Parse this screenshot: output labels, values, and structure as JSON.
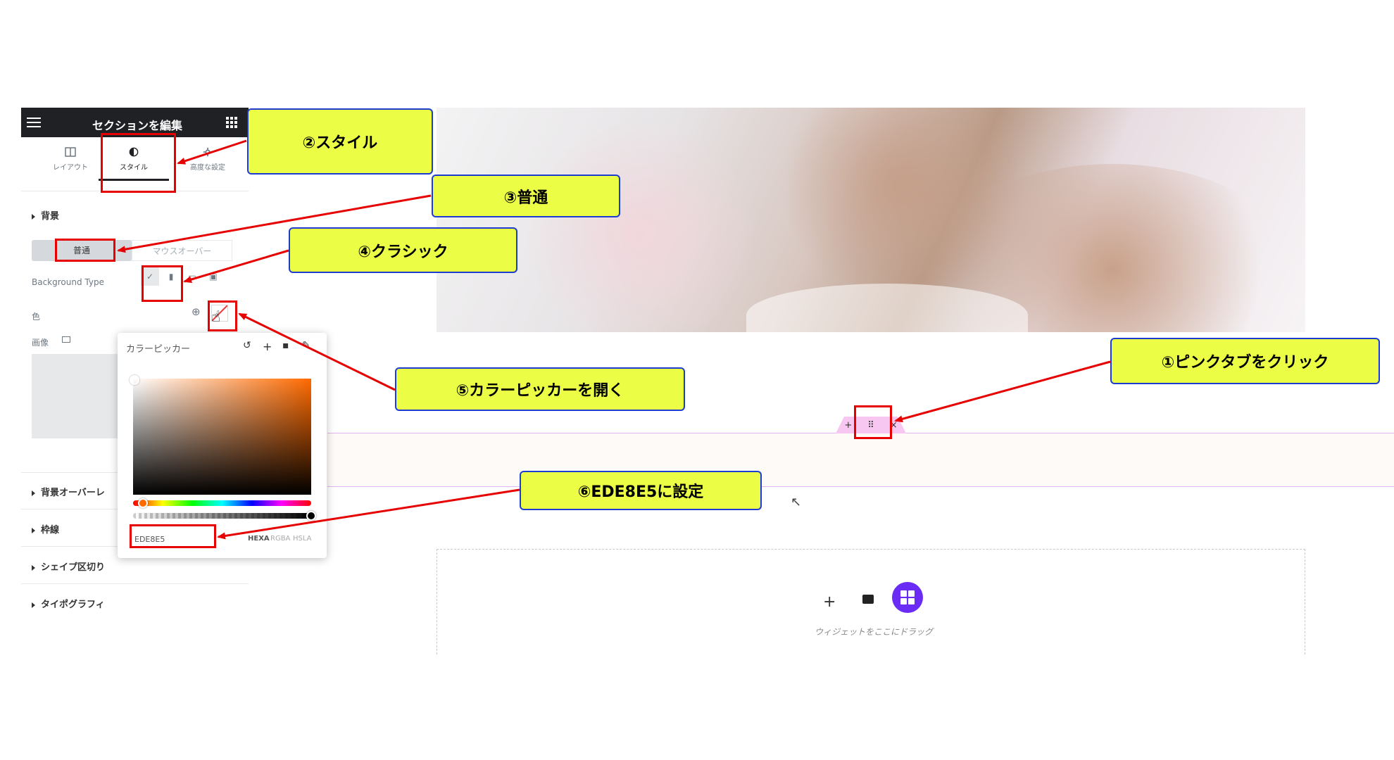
{
  "panel": {
    "title": "セクションを編集",
    "tabs": [
      {
        "label": "レイアウト"
      },
      {
        "label": "スタイル"
      },
      {
        "label": "高度な設定"
      }
    ],
    "background_section": "背景",
    "state_normal": "普通",
    "state_hover": "マウスオーバー",
    "background_type_label": "Background Type",
    "color_label": "色",
    "image_label": "画像",
    "sections": [
      "背景オーバーレ",
      "枠線",
      "シェイプ区切り",
      "タイポグラフィ"
    ]
  },
  "color_picker": {
    "title": "カラーピッカー",
    "hex_value": "EDE8E5",
    "modes": [
      "HEXA",
      "RGBA",
      "HSLA"
    ]
  },
  "drop_area": {
    "hint": "ウィジェットをここにドラッグ"
  },
  "annotations": {
    "step1": "①ピンクタブをクリック",
    "step2": "②スタイル",
    "step3": "③普通",
    "step4": "④クラシック",
    "step5": "⑤カラーピッカーを開く",
    "step6": "⑥EDE8E5に設定"
  },
  "colors": {
    "annotation_fill": "#ebfd45",
    "annotation_border": "#1d3cd1",
    "arrow": "#e60000",
    "panel_header": "#1f2124",
    "section_handle": "#f7c7f2",
    "widget_button": "#6a2cf5",
    "target_color": "#EDE8E5"
  },
  "icons": {
    "menu": "hamburger-icon",
    "grid": "grid-icon",
    "layout_tab": "columns-icon",
    "style_tab": "half-circle-icon",
    "advanced_tab": "gear-icon",
    "classic": "brush-icon",
    "gradient": "gradient-icon",
    "slideshow": "slideshow-icon",
    "global": "globe-icon",
    "color": "color-swatch-icon",
    "responsive": "monitor-icon",
    "cursor": "hand-pointer-icon"
  }
}
